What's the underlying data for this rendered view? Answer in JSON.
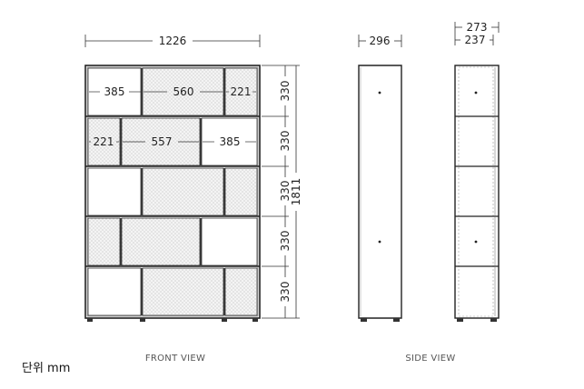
{
  "front": {
    "width": "1226",
    "height_total": "1811",
    "row_heights": [
      "330",
      "330",
      "330",
      "330",
      "330"
    ],
    "row1": [
      "385",
      "560",
      "221"
    ],
    "row2": [
      "221",
      "557",
      "385"
    ],
    "label": "FRONT VIEW"
  },
  "side": {
    "depth": "296",
    "outer": "273",
    "inner": "237",
    "label": "SIDE VIEW"
  },
  "unit_label": "단위 mm"
}
